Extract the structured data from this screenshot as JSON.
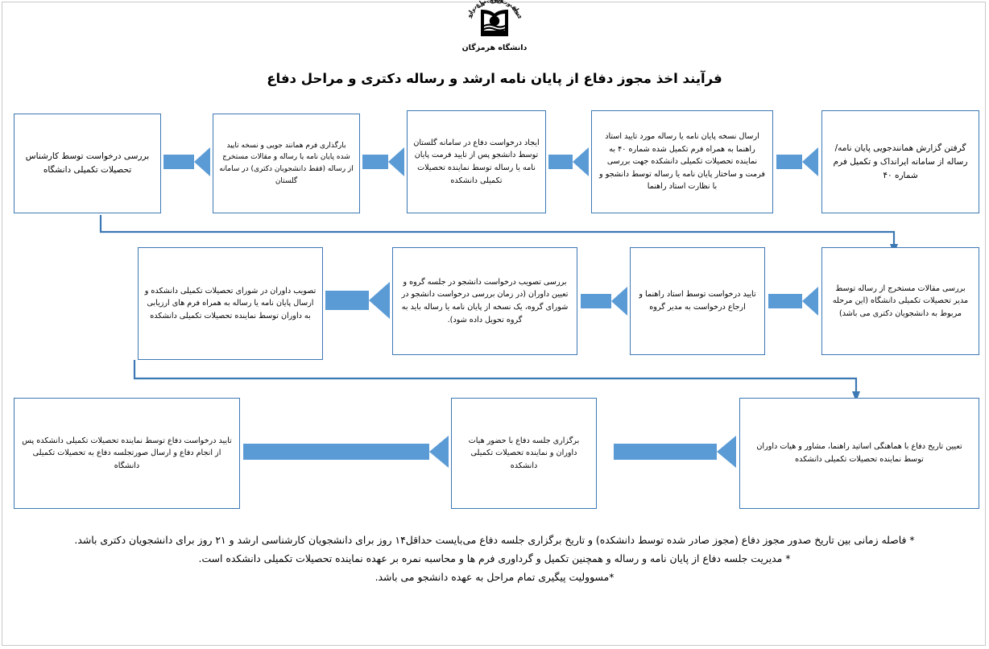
{
  "header": {
    "logo_icon": "hormozgan-university-emblem",
    "logo_ring_text": "وزارت علوم تحقیقات و فناوری",
    "logo_caption": "دانشگاه هرمزگان"
  },
  "title": "فرآیند اخذ مجوز دفاع از پایان نامه ارشد و رساله دکتری و مراحل دفاع",
  "colors": {
    "box_border": "#3c78b4",
    "arrow_fill": "#5b9bd5",
    "connector": "#3c78b4",
    "text": "#000000",
    "background": "#ffffff"
  },
  "rows": [
    {
      "row_name": "row-1",
      "nodes": [
        {
          "id": "n1",
          "text": "گرفتن گزارش همانندجویی  پایان نامه/ رساله از سامانه ایرانداک و تکمیل فرم شماره ۴۰"
        },
        {
          "id": "n2",
          "text": "ارسال نسخه پایان نامه یا رساله مورد تایید استاد راهنما به همراه فرم تکمیل شده شماره ۴۰ به نماینده تحصیلات تکمیلی دانشکده جهت بررسی فرمت و ساختار پایان نامه یا رساله توسط دانشجو و با نظارت استاد راهنما"
        },
        {
          "id": "n3",
          "text": "ایجاد درخواست دفاع در سامانه گلستان توسط دانشجو پس از تایید فرمت پایان نامه یا رساله توسط نماینده تحصیلات تکمیلی دانشکده"
        },
        {
          "id": "n4",
          "text": "بارگذاری فرم همانند جویی و نسخه تایید شده پایان نامه یا رساله و مقالات مستخرج از رساله (فقط دانشجویان دکتری) در سامانه گلستان"
        },
        {
          "id": "n5",
          "text": "بررسی درخواست توسط کارشناس تحصیلات تکمیلی دانشگاه"
        }
      ]
    },
    {
      "row_name": "row-2",
      "nodes": [
        {
          "id": "n6",
          "text": "بررسی مقالات مستخرج از رساله توسط مدیر تحصیلات تکمیلی دانشگاه (این مرحله مربوط به دانشجویان دکتری می باشد)"
        },
        {
          "id": "n7",
          "text": "تایید درخواست توسط استاد راهنما و ارجاع درخواست به مدیر گروه"
        },
        {
          "id": "n8",
          "text": "بررسی تصویب درخواست دانشجو در جلسه گروه و تعیین داوران (در زمان بررسی درخواست دانشجو در شورای گروه، یک نسخه از پایان نامه یا رساله باید به گروه تحویل داده شود)."
        },
        {
          "id": "n9",
          "text": "تصویب داوران در شورای تحصیلات تکمیلی دانشکده و ارسال پایان نامه یا رساله به همراه فرم های ارزیابی به داوران توسط نماینده تحصیلات تکمیلی دانشکده"
        }
      ]
    },
    {
      "row_name": "row-3",
      "nodes": [
        {
          "id": "n10",
          "text": "تعیین تاریخ دفاع با هماهنگی اساتید راهنما، مشاور و هیات داوران توسط نماینده تحصیلات تکمیلی دانشکده"
        },
        {
          "id": "n11",
          "text": "برگزاری جلسه دفاع با حضور هیات داوران و نماینده تحصیلات تکمیلی دانشکده"
        },
        {
          "id": "n12",
          "text": "تایید درخواست دفاع توسط نماینده تحصیلات تکمیلی دانشکده پس از انجام دفاع و ارسال صورتجلسه دفاع به تحصیلات تکمیلی دانشگاه"
        }
      ]
    }
  ],
  "notes": [
    "* فاصله زمانی بین تاریخ صدور مجوز دفاع (مجوز صادر شده توسط دانشکده) و تاریخ برگزاری جلسه دفاع می‌بایست حداقل۱۴ روز برای دانشجویان کارشناسی ارشد و ۲۱ روز برای دانشجویان دکتری باشد.",
    "* مدیریت جلسه دفاع از پایان نامه و رساله و همچنین تکمیل و گرداوری فرم ها و محاسبه نمره بر عهده نماینده تحصیلات تکمیلی دانشکده است.",
    "*مسوولیت پیگیری تمام مراحل به عهده دانشجو می باشد."
  ]
}
